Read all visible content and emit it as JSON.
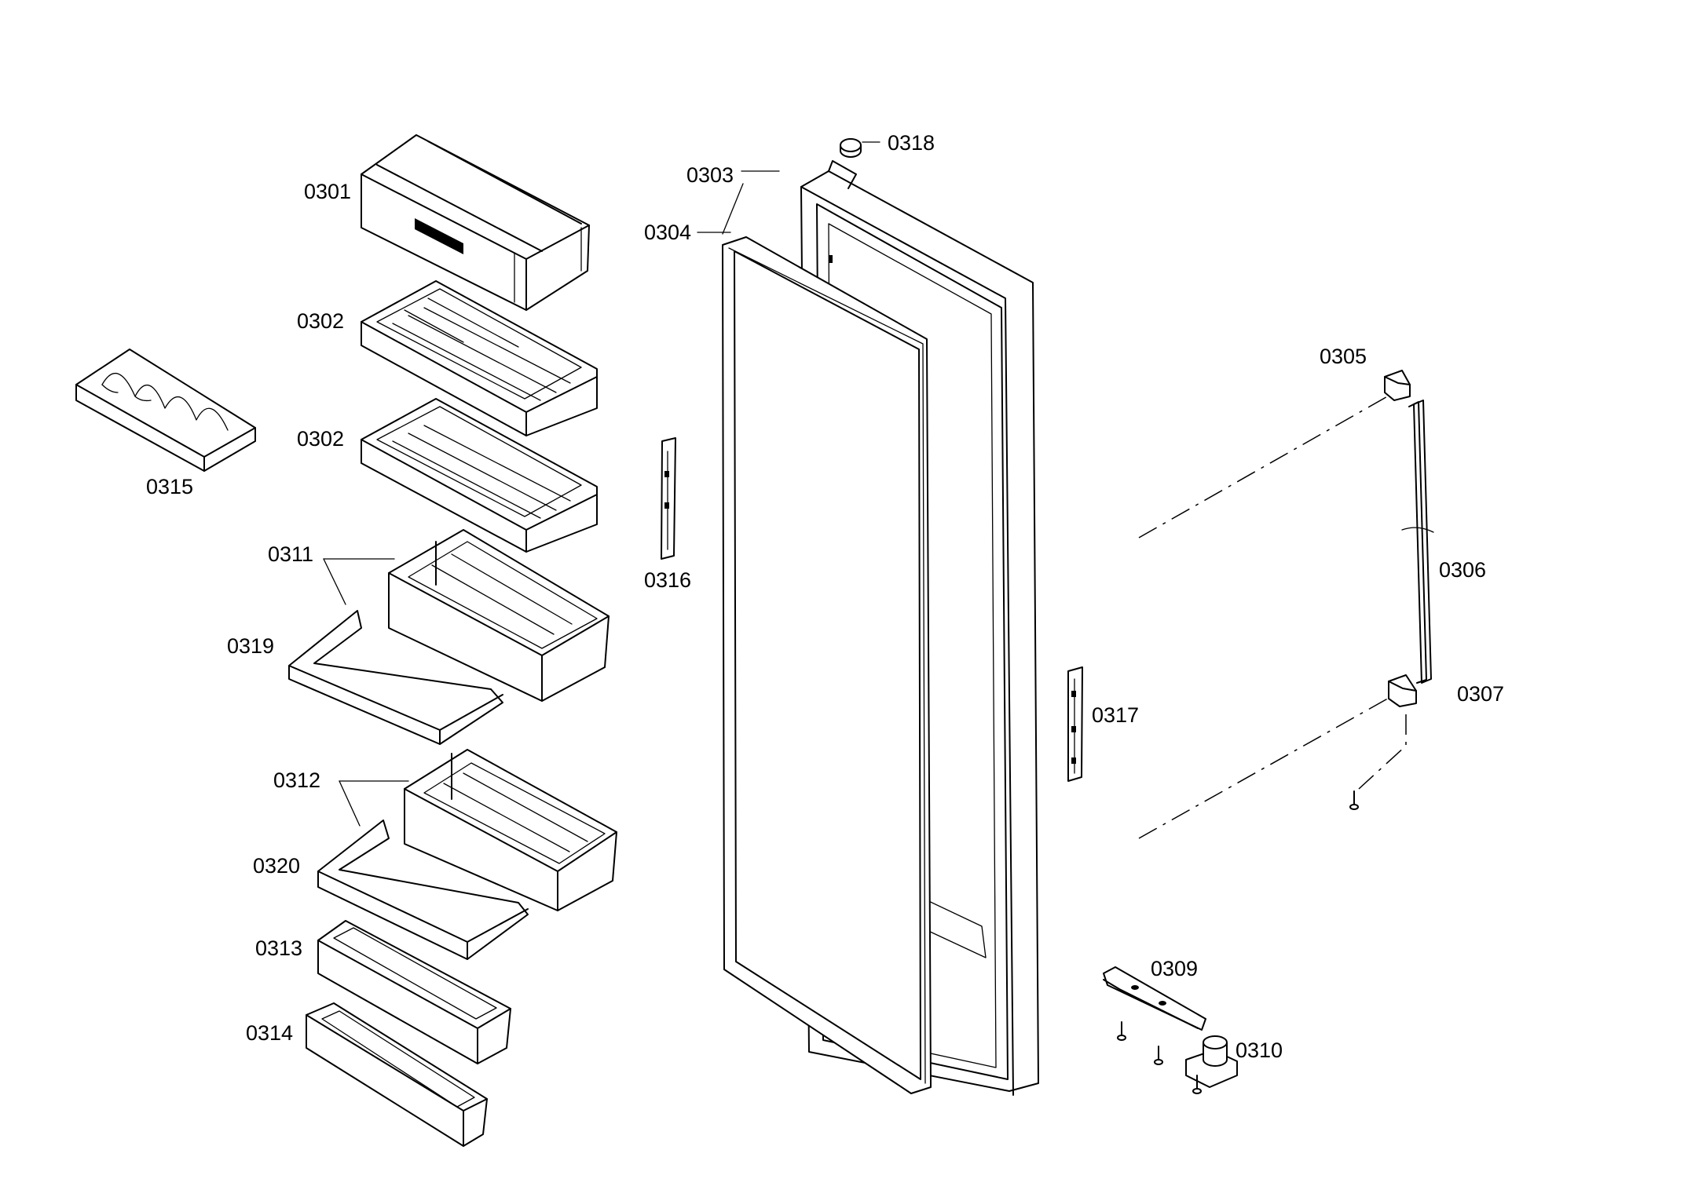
{
  "diagram": {
    "labels": {
      "p0301": "0301",
      "p0302a": "0302",
      "p0302b": "0302",
      "p0303": "0303",
      "p0304": "0304",
      "p0305": "0305",
      "p0306": "0306",
      "p0307": "0307",
      "p0309": "0309",
      "p0310": "0310",
      "p0311": "0311",
      "p0312": "0312",
      "p0313": "0313",
      "p0314": "0314",
      "p0315": "0315",
      "p0316": "0316",
      "p0317": "0317",
      "p0318": "0318",
      "p0319": "0319",
      "p0320": "0320"
    },
    "colors": {
      "line": "#000000",
      "background": "#ffffff"
    }
  }
}
